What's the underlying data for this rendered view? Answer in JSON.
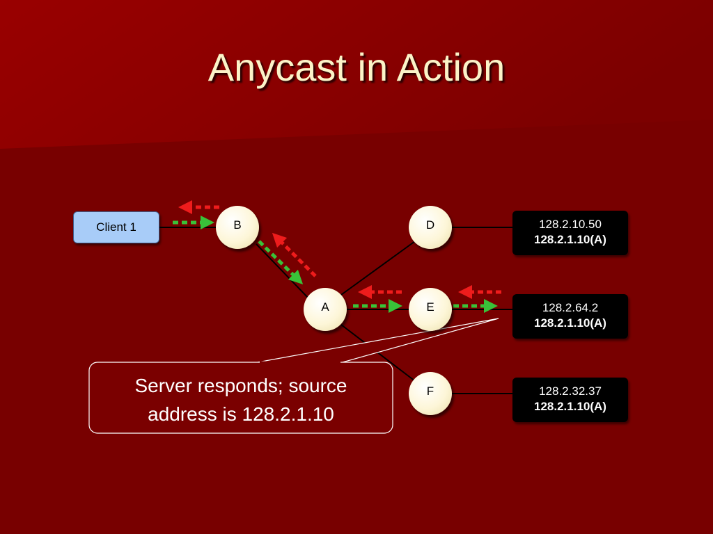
{
  "slide": {
    "title": "Anycast in Action",
    "colors": {
      "background": "#7a0000",
      "title": "#fbf3c8",
      "request_arrow": "#39c239",
      "response_arrow": "#ee1c1c",
      "client_fill": "#a8ccf8",
      "server_fill": "#000000"
    }
  },
  "diagram": {
    "client": {
      "label": "Client 1"
    },
    "nodes": {
      "B": {
        "label": "B"
      },
      "A": {
        "label": "A"
      },
      "D": {
        "label": "D"
      },
      "E": {
        "label": "E"
      },
      "F": {
        "label": "F"
      }
    },
    "servers": [
      {
        "unicast": "128.2.10.50",
        "anycast": "128.2.1.10(A)"
      },
      {
        "unicast": "128.2.64.2",
        "anycast": "128.2.1.10(A)"
      },
      {
        "unicast": "128.2.32.37",
        "anycast": "128.2.1.10(A)"
      }
    ],
    "callout": {
      "line1": "Server responds; source",
      "line2": "address is 128.2.1.10"
    }
  }
}
